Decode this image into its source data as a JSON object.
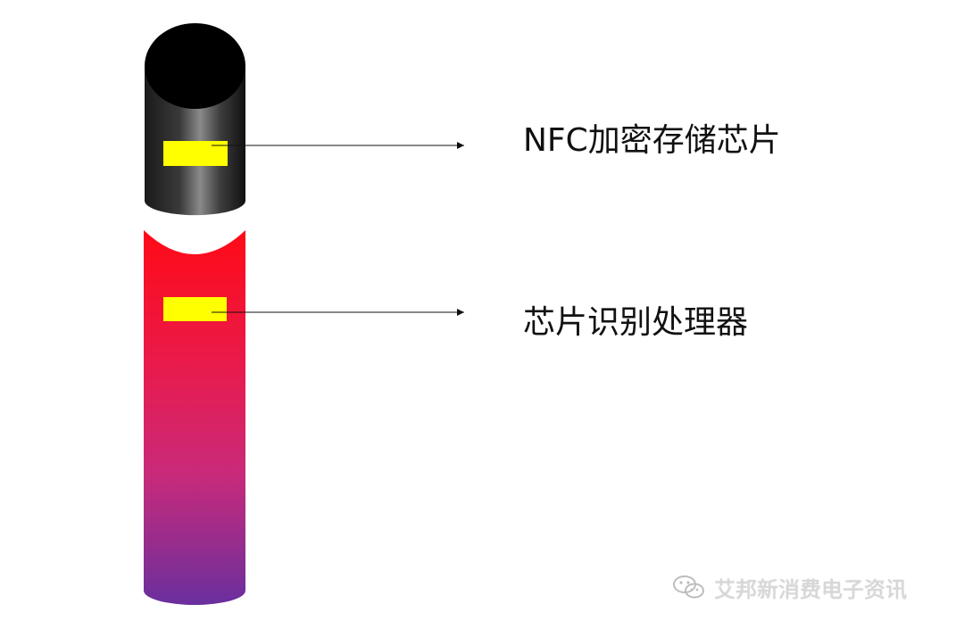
{
  "labels": {
    "nfc_chip": "NFC加密存储芯片",
    "processor": "芯片识别处理器"
  },
  "watermark": {
    "text": "艾邦新消费电子资讯",
    "icon": "wechat-icon"
  },
  "colors": {
    "cap_top": "#000000",
    "cap_body_dark": "#111111",
    "cap_body_light": "#7a7a7a",
    "body_top": "#ff0a16",
    "body_bottom": "#6a2f9e",
    "chip": "#ffff00",
    "arrow": "#111111"
  }
}
